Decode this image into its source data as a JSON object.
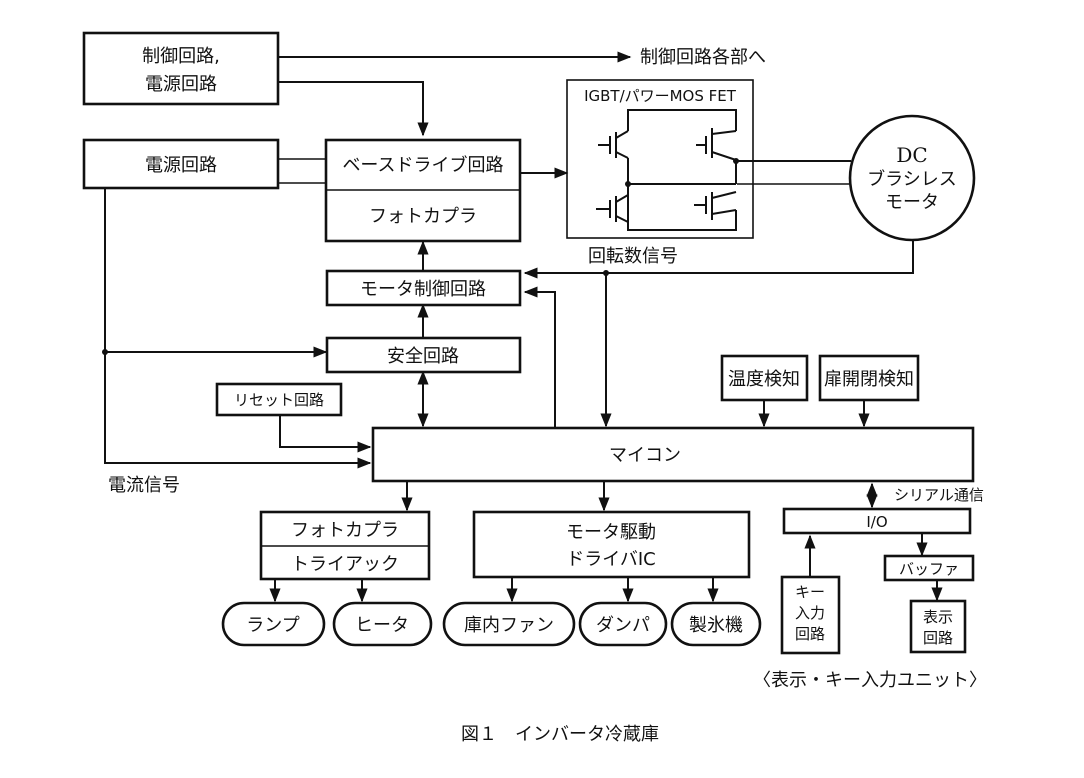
{
  "figure": {
    "caption": "図１　インバータ冷蔵庫"
  },
  "blocks": {
    "control_power_line1": "制御回路,",
    "control_power_line2": "電源回路",
    "power_circuit": "電源回路",
    "base_drive": "ベースドライブ回路",
    "photocoupler_top": "フォトカプラ",
    "motor_control": "モータ制御回路",
    "safety_circuit": "安全回路",
    "reset_circuit": "リセット回路",
    "microcomputer": "マイコン",
    "temp_detect": "温度検知",
    "door_detect": "扉開閉検知",
    "photocoupler_bottom": "フォトカプラ",
    "triac": "トライアック",
    "motor_driver_line1": "モータ駆動",
    "motor_driver_line2": "ドライバIC",
    "io": "I/O",
    "buffer": "バッファ",
    "key_input_line1": "キー",
    "key_input_line2": "入力",
    "key_input_line3": "回路",
    "display_line1": "表示",
    "display_line2": "回路",
    "power_device_title": "IGBT/パワーMOS FET",
    "motor_line1": "DC",
    "motor_line2": "ブラシレス",
    "motor_line3": "モータ"
  },
  "loads": [
    "ランプ",
    "ヒータ",
    "庫内ファン",
    "ダンパ",
    "製氷機"
  ],
  "signals": {
    "to_control_parts": "制御回路各部へ",
    "rotation_signal": "回転数信号",
    "current_signal": "電流信号",
    "serial_comm": "シリアル通信",
    "display_key_unit": "〈表示・キー入力ユニット〉"
  }
}
